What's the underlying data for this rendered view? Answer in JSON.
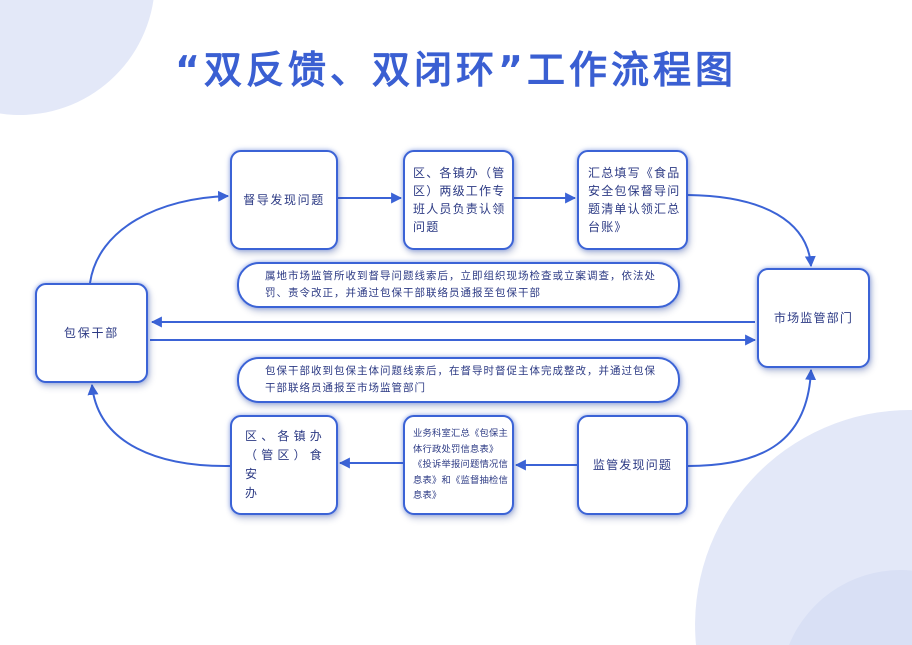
{
  "title": "“双反馈、双闭环”工作流程图",
  "colors": {
    "accent": "#3b63d6",
    "title": "#3a5fd2",
    "text": "#2c3a84",
    "background_circle": "#e3e8f8",
    "background_circle_inner": "#d9e0f5"
  },
  "nodes": {
    "supervision_found": [
      "督导发现问题"
    ],
    "district_claim": [
      "区、各镇办（管",
      "区）两级工作专",
      "班人员负责认领",
      "问题"
    ],
    "summary_ledger": [
      "汇总填写《食品",
      "安全包保督导问",
      "题清单认领汇总",
      "台账》"
    ],
    "market_regulation_dept": [
      "市场监管部门"
    ],
    "baobao_cadre": [
      "包保干部"
    ],
    "regulation_found": [
      "监管发现问题"
    ],
    "dept_summary": [
      "业务科室汇总《包保主",
      "体行政处罚信息表》",
      "《投诉举报问题情况信",
      "息表》和《监督抽检信",
      "息表》"
    ],
    "food_safety_office": [
      "区、各镇办",
      "（管区）食安",
      "办"
    ]
  },
  "feedback_notes": {
    "market_to_cadre": [
      "属地市场监管所收到督导问题线索后，立即组织现场检查或立案调查，依法处",
      "罚、责令改正，并通过包保干部联络员通报至包保干部"
    ],
    "cadre_to_market": [
      "包保干部收到包保主体问题线索后，在督导时督促主体完成整改，并通过包保",
      "干部联络员通报至市场监管部门"
    ]
  }
}
